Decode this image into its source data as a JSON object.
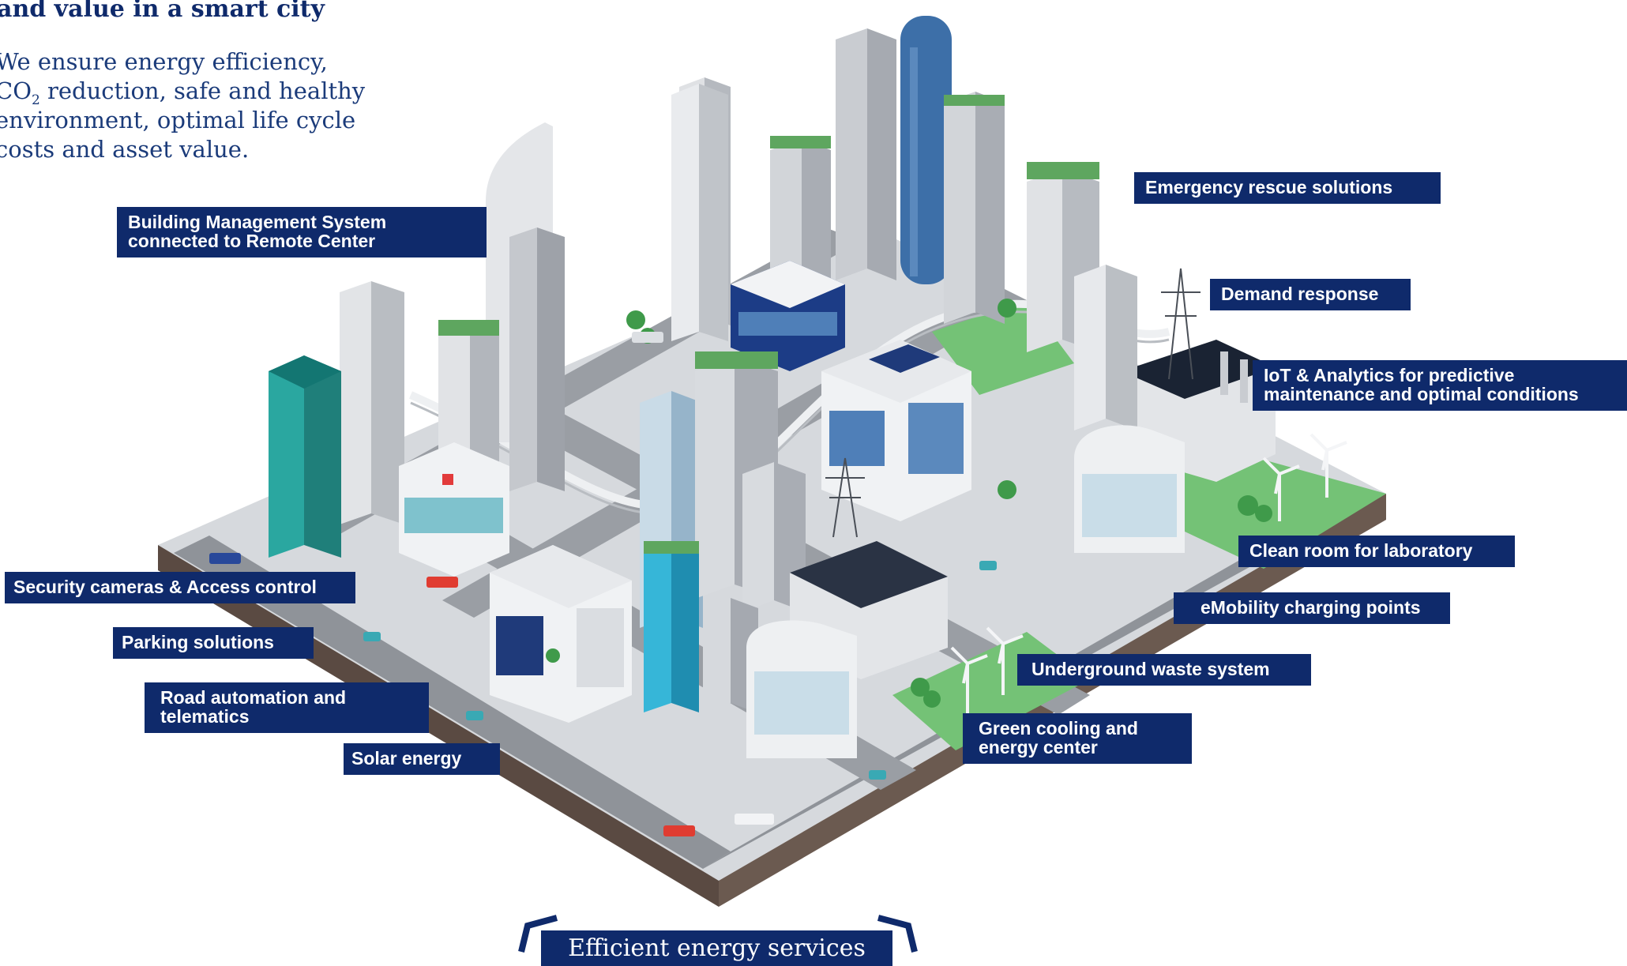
{
  "header": {
    "headline": "and value in a smart city",
    "intro_before_sub": "We ensure energy efficiency, CO",
    "intro_sub": "2",
    "intro_after_sub": " reduction, safe and healthy environment, optimal life cycle costs and asset value."
  },
  "callouts": [
    {
      "id": "bms",
      "text": "Building Management System\nconnected to Remote Center"
    },
    {
      "id": "emergency",
      "text": "Emergency rescue solutions"
    },
    {
      "id": "demand",
      "text": "Demand response"
    },
    {
      "id": "iot",
      "text": "IoT & Analytics for predictive\nmaintenance and optimal conditions"
    },
    {
      "id": "cleanroom",
      "text": "Clean room for laboratory"
    },
    {
      "id": "emobility",
      "text": "eMobility charging points"
    },
    {
      "id": "security",
      "text": "Security cameras & Access control"
    },
    {
      "id": "parking",
      "text": "Parking solutions"
    },
    {
      "id": "road",
      "text": "Road automation and\ntelematics"
    },
    {
      "id": "solar",
      "text": "Solar energy"
    },
    {
      "id": "waste",
      "text": "Underground waste system"
    },
    {
      "id": "cooling",
      "text": "Green cooling and\nenergy center"
    }
  ],
  "footer": {
    "label": "Efficient energy services"
  },
  "colors": {
    "navy": "#0f2a6b",
    "road": "#8f9399",
    "ground": "#d6d9dd",
    "park": "#74c276",
    "glass": "#3d6fa8",
    "teal": "#2aa7a0"
  }
}
